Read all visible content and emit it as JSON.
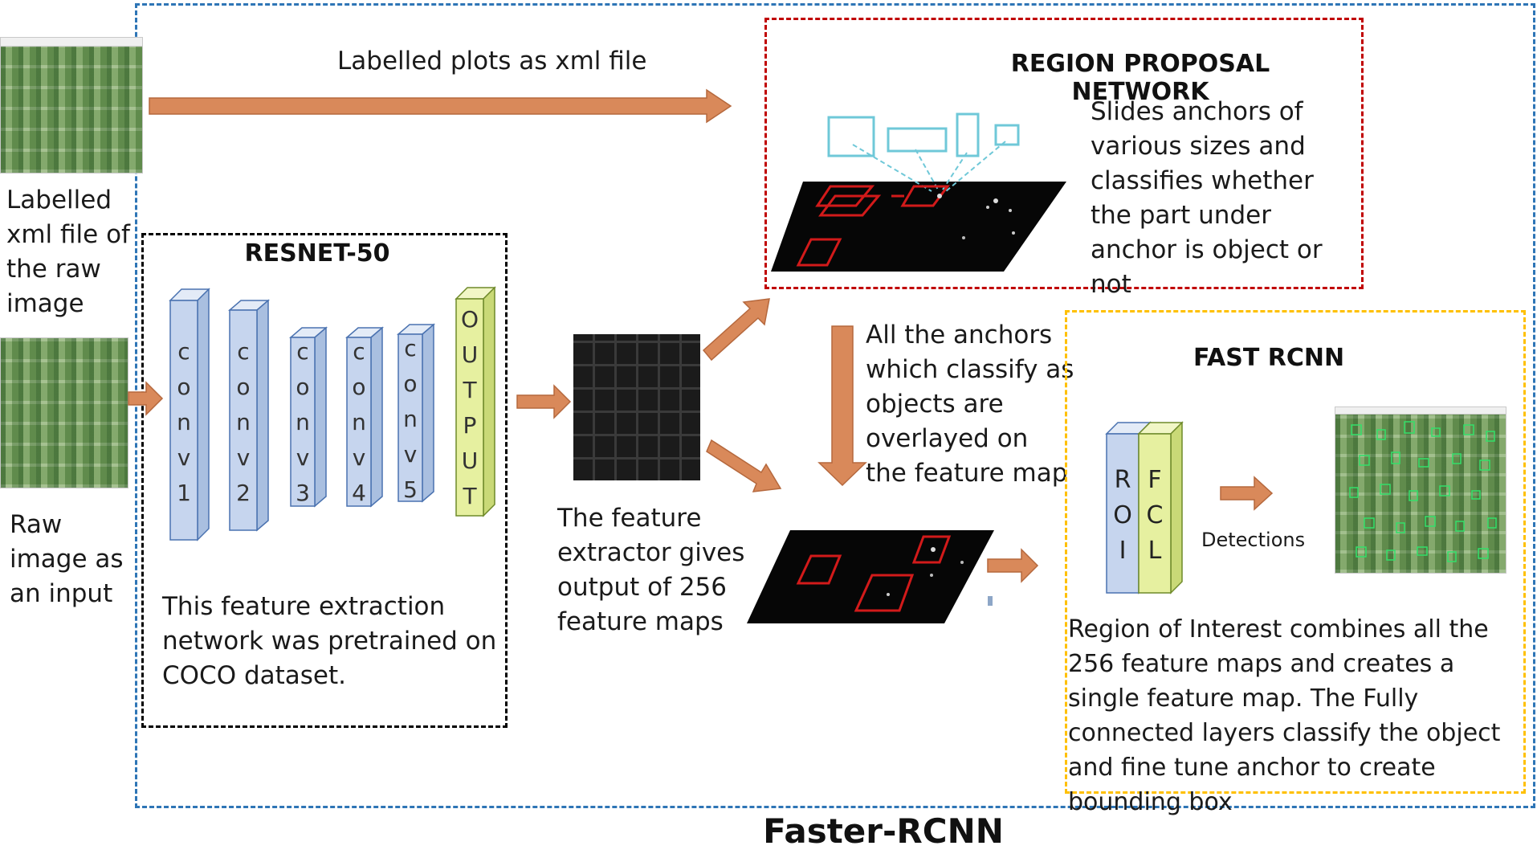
{
  "diagram": {
    "outer_label": "Faster-RCNN",
    "top_arrow_label": "Labelled plots as xml file",
    "labelled_image_caption": "Labelled xml file of the raw image",
    "raw_image_caption": "Raw image as an input",
    "resnet": {
      "title": "RESNET-50",
      "layers": [
        "conv1",
        "conv2",
        "conv3",
        "conv4",
        "conv5"
      ],
      "output_label": "OUTPUT",
      "note": "This feature extraction network was pretrained on COCO dataset."
    },
    "feature_extractor_text": "The feature extractor gives output of 256 feature maps",
    "rpn": {
      "title": "REGION PROPOSAL NETWORK",
      "text": "Slides anchors of various sizes and classifies whether the part under anchor is object or not"
    },
    "anchors_text": "All the anchors which classify as objects are overlayed on the feature map",
    "fast_rcnn": {
      "title": "FAST RCNN",
      "roi_label": "ROI",
      "fcl_label": "FCL",
      "detections_label": "Detections",
      "text": "Region of Interest combines all the 256 feature maps and creates a single feature map. The Fully connected layers classify the object and fine tune anchor to create bounding box"
    },
    "colors": {
      "outer_border": "#2e75b6",
      "rpn_border": "#c00000",
      "fast_rcnn_border": "#ffc000",
      "resnet_border": "#000000",
      "arrow": "#d9895a",
      "conv_block": "#c6d5ee",
      "output_block": "#e6f0a0"
    }
  }
}
